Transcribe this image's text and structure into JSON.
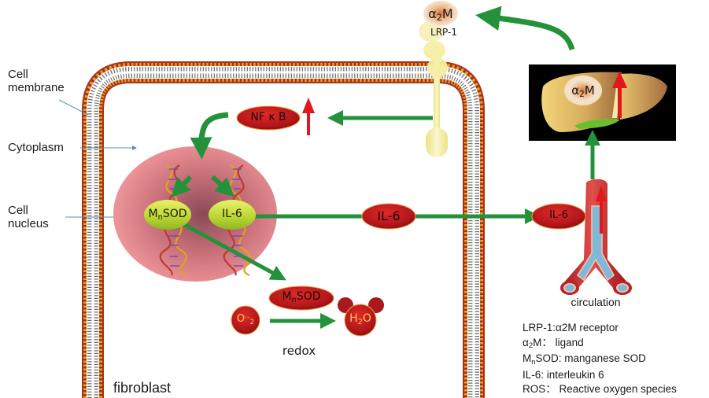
{
  "title": "Fibroblast IL-6 / MnSOD signaling via LRP-1 and alpha2-macroglobulin",
  "side_labels": {
    "cell_membrane": [
      "Cell",
      "membrane"
    ],
    "cytoplasm": "Cytoplasm",
    "cell_nucleus": [
      "Cell",
      "nucleus"
    ]
  },
  "cell_label": "fibroblast",
  "nodes": {
    "nfkb": "NF κ B",
    "mnsod_gene": {
      "main": "M",
      "sub": "n",
      "rest": "SOD"
    },
    "il6_gene": "IL-6",
    "il6_secreted": "IL-6",
    "il6_circulation": "IL-6",
    "mnsod_enzyme": {
      "main": "M",
      "sub": "n",
      "rest": "SOD"
    },
    "superoxide": {
      "main": "O",
      "sup": "·-",
      "sub": "2"
    },
    "water": {
      "main": "H",
      "sub": "2",
      "rest": "O"
    },
    "a2m_receptor_bound": {
      "main": "α",
      "sub": "2",
      "rest": "M"
    },
    "lrp1": "LRP-1",
    "a2m_liver": {
      "main": "α",
      "sub": "2",
      "rest": "M"
    }
  },
  "process_labels": {
    "redox": "redox",
    "circulation": "circulation"
  },
  "legend": [
    {
      "term": "LRP-1",
      "sep": ":",
      "desc": "α2M receptor"
    },
    {
      "term_main": "α",
      "term_sub": "2",
      "term_rest": "M",
      "sep": "：",
      "desc": "ligand"
    },
    {
      "term_main": "M",
      "term_sub": "n",
      "term_rest": "SOD",
      "sep": ":",
      "desc": "manganese SOD"
    },
    {
      "term": "IL-6",
      "sep": ":",
      "desc": "interleukin 6"
    },
    {
      "term": "ROS",
      "sep": "：",
      "desc": "Reactive oxygen species"
    }
  ],
  "colors": {
    "arrow_green": "#23923b",
    "up_arrow_red": "#e0181b",
    "pill_red": "#b3161b",
    "pill_green": "#c6dd3a",
    "nucleus_pink": "#ec8e90",
    "receptor_yellow": "#f1ec9c",
    "liver_bg": "#000000",
    "liver_tan": "#e2bf6a",
    "pointer_blue": "#5a8fc2"
  }
}
